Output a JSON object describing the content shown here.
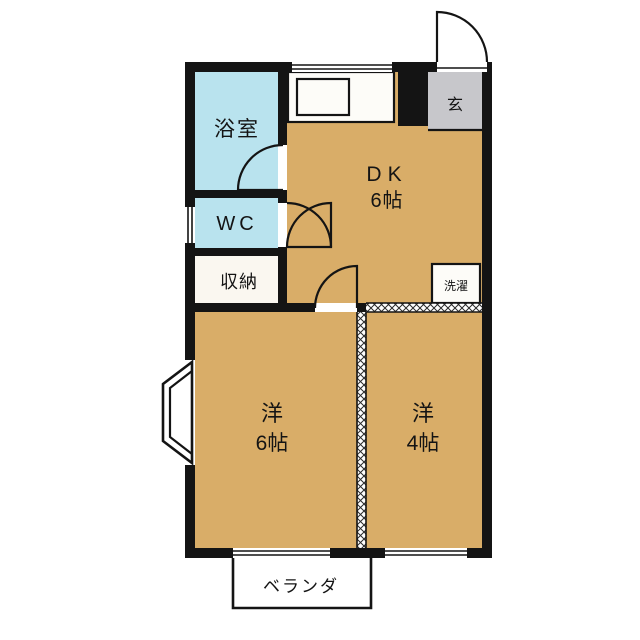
{
  "plan": {
    "type": "apartment-floor-plan",
    "rooms": {
      "bathroom": {
        "label": "浴室"
      },
      "wc": {
        "label": "WC"
      },
      "closet": {
        "label": "収納"
      },
      "dining_kitchen": {
        "name": "DK",
        "size": "6帖"
      },
      "entrance": {
        "label": "玄"
      },
      "laundry": {
        "label": "洗濯"
      },
      "western_room_6": {
        "name": "洋",
        "size": "6帖"
      },
      "western_room_4": {
        "name": "洋",
        "size": "4帖"
      },
      "veranda": {
        "label": "ベランダ"
      }
    },
    "colors": {
      "room_fill": "#d9ad68",
      "wet_area_fill": "#b9e3ee",
      "closet_fill": "#faf7f0",
      "entrance_fill": "#c7c7cb",
      "wall": "#141414",
      "background": "#ffffff"
    }
  }
}
